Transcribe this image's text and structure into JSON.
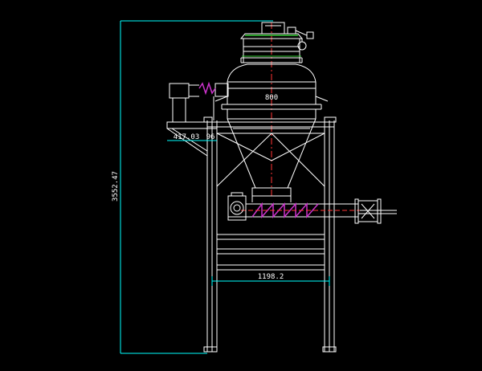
{
  "drawing": {
    "dimensions": {
      "height": "3552.47",
      "vessel_diameter": "800",
      "platform_width": "417.03",
      "platform_gap": "96",
      "leg_span": "1198.2"
    },
    "colors": {
      "background": "#000000",
      "structure": "#ffffff",
      "dimension": "#00ffff",
      "dimension_text": "#ffffff",
      "centerline": "#ff3333",
      "auger": "#cc33cc",
      "vessel_accent": "#33cc33"
    },
    "components": [
      "vacuum-receiver-vessel",
      "conical-hopper",
      "screw-feeder",
      "gear-motor",
      "vibrator-motor",
      "support-frame",
      "side-platform",
      "outlet-valve"
    ]
  }
}
